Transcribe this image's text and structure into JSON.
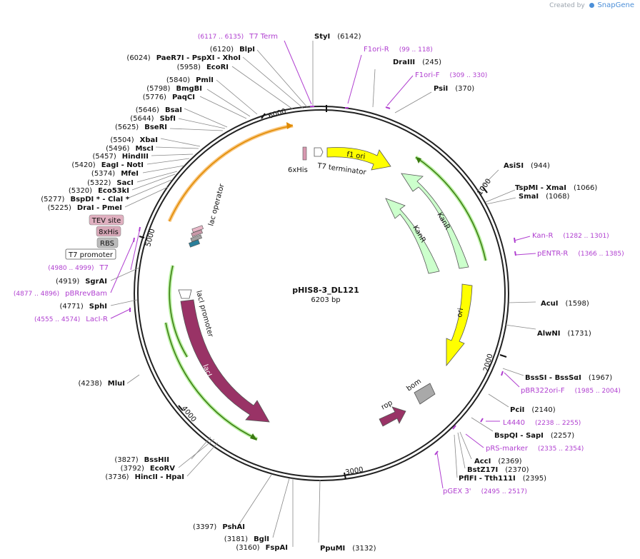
{
  "brand": {
    "prefix": "Created by",
    "name": "SnapGene"
  },
  "plasmid": {
    "name": "pHIS8-3_DL121",
    "length_label": "6203 bp"
  },
  "ticks": [
    {
      "label": "1000"
    },
    {
      "label": "2000"
    },
    {
      "label": "3000"
    },
    {
      "label": "4000"
    },
    {
      "label": "5000"
    },
    {
      "label": "6000"
    }
  ],
  "features": [
    {
      "label": "f1 ori"
    },
    {
      "label": "KanR"
    },
    {
      "label": "KanR"
    },
    {
      "label": "ori"
    },
    {
      "label": "bom"
    },
    {
      "label": "rop"
    },
    {
      "label": "lacI"
    },
    {
      "label": "lacI promoter"
    },
    {
      "label": "lac operator"
    },
    {
      "label": "6xHis"
    },
    {
      "label": "T7 terminator"
    }
  ],
  "boxed_labels": [
    {
      "label": "TEV site"
    },
    {
      "label": "8xHis"
    },
    {
      "label": "RBS"
    },
    {
      "label": "T7 promoter"
    }
  ],
  "enzymes_right": [
    {
      "name": "StyI",
      "pos": "(6142)"
    },
    {
      "name": "DraIII",
      "pos": "(245)"
    },
    {
      "name": "PsiI",
      "pos": "(370)"
    },
    {
      "name": "AsiSI",
      "pos": "(944)"
    },
    {
      "name": "TspMI  - XmaI",
      "pos": "(1066)"
    },
    {
      "name": "SmaI",
      "pos": "(1068)"
    },
    {
      "name": "AcuI",
      "pos": "(1598)"
    },
    {
      "name": "AlwNI",
      "pos": "(1731)"
    },
    {
      "name": "BssSI  - BssSαI",
      "pos": "(1967)"
    },
    {
      "name": "PciI",
      "pos": "(2140)"
    },
    {
      "name": "BspQI  - SapI",
      "pos": "(2257)"
    },
    {
      "name": "AccI",
      "pos": "(2369)"
    },
    {
      "name": "BstZ17I",
      "pos": "(2370)"
    },
    {
      "name": "PflFI  - Tth111I",
      "pos": "(2395)"
    },
    {
      "name": "PpuMI",
      "pos": "(3132)"
    }
  ],
  "enzymes_left": [
    {
      "pos": "(6120)",
      "name": "BlpI"
    },
    {
      "pos": "(6024)",
      "name": "PaeR7I  - PspXI  - XhoI"
    },
    {
      "pos": "(5958)",
      "name": "EcoRI"
    },
    {
      "pos": "(5840)",
      "name": "PmlI"
    },
    {
      "pos": "(5798)",
      "name": "BmgBI"
    },
    {
      "pos": "(5776)",
      "name": "PaqCI"
    },
    {
      "pos": "(5646)",
      "name": "BsaI"
    },
    {
      "pos": "(5644)",
      "name": "SbfI"
    },
    {
      "pos": "(5625)",
      "name": "BseRI"
    },
    {
      "pos": "(5504)",
      "name": "XbaI"
    },
    {
      "pos": "(5496)",
      "name": "MscI"
    },
    {
      "pos": "(5457)",
      "name": "HindIII"
    },
    {
      "pos": "(5420)",
      "name": "EagI  - NotI"
    },
    {
      "pos": "(5374)",
      "name": "MfeI"
    },
    {
      "pos": "(5322)",
      "name": "SacI"
    },
    {
      "pos": "(5320)",
      "name": "Eco53kI"
    },
    {
      "pos": "(5277)",
      "name": "BspDI *  - ClaI *"
    },
    {
      "pos": "(5225)",
      "name": "DraI  - PmeI"
    },
    {
      "pos": "(4919)",
      "name": "SgrAI"
    },
    {
      "pos": "(4771)",
      "name": "SphI"
    },
    {
      "pos": "(4238)",
      "name": "MluI"
    },
    {
      "pos": "(3827)",
      "name": "BssHII"
    },
    {
      "pos": "(3792)",
      "name": "EcoRV"
    },
    {
      "pos": "(3736)",
      "name": "HincII  - HpaI"
    },
    {
      "pos": "(3397)",
      "name": "PshAI"
    },
    {
      "pos": "(3181)",
      "name": "BglI"
    },
    {
      "pos": "(3160)",
      "name": "FspAI"
    }
  ],
  "primers_right": [
    {
      "name": "F1ori-R",
      "pos": "(99 .. 118)"
    },
    {
      "name": "F1ori-F",
      "pos": "(309 .. 330)"
    },
    {
      "name": "Kan-R",
      "pos": "(1282 .. 1301)"
    },
    {
      "name": "pENTR-R",
      "pos": "(1366 .. 1385)"
    },
    {
      "name": "pBR322ori-F",
      "pos": "(1985 .. 2004)"
    },
    {
      "name": "L4440",
      "pos": "(2238 .. 2255)"
    },
    {
      "name": "pRS-marker",
      "pos": "(2335 .. 2354)"
    },
    {
      "name": "pGEX 3'",
      "pos": "(2495 .. 2517)"
    }
  ],
  "primers_left": [
    {
      "pos": "(6117 .. 6135)",
      "name": "T7 Term"
    },
    {
      "pos": "(4980 .. 4999)",
      "name": "T7"
    },
    {
      "pos": "(4877 .. 4896)",
      "name": "pBRrevBam"
    },
    {
      "pos": "(4555 .. 4574)",
      "name": "LacI-R"
    }
  ],
  "colors": {
    "f1_ori": "#ffff00",
    "kanr": "#ccffcc",
    "ori": "#ffff00",
    "bom": "#a9a9a9",
    "rop": "#993366",
    "laci": "#993366",
    "primer": "#b03fd0",
    "orf": "#66aa22"
  }
}
